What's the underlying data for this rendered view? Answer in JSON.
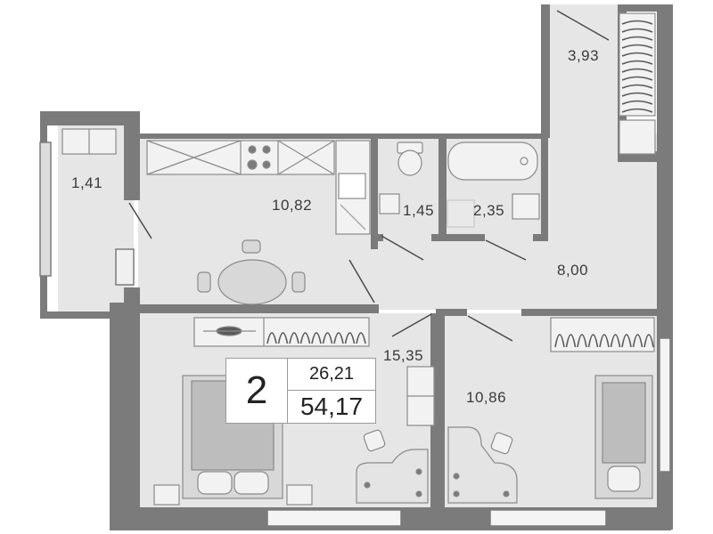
{
  "plan": {
    "rooms_count": "2",
    "living_area": "26,21",
    "total_area": "54,17",
    "areas": {
      "balcony_left": "1,41",
      "kitchen": "10,82",
      "toilet": "1,45",
      "bathroom": "2,35",
      "hall": "8,00",
      "living_room": "15,35",
      "bedroom": "10,86",
      "balcony_right": "3,93"
    },
    "colors": {
      "wall": "#7b7b7b",
      "floor": "#e6e6e6",
      "fixture": "#cfcfcf",
      "furniture_line": "#8a8a8a",
      "text": "#3a3a3a"
    }
  }
}
